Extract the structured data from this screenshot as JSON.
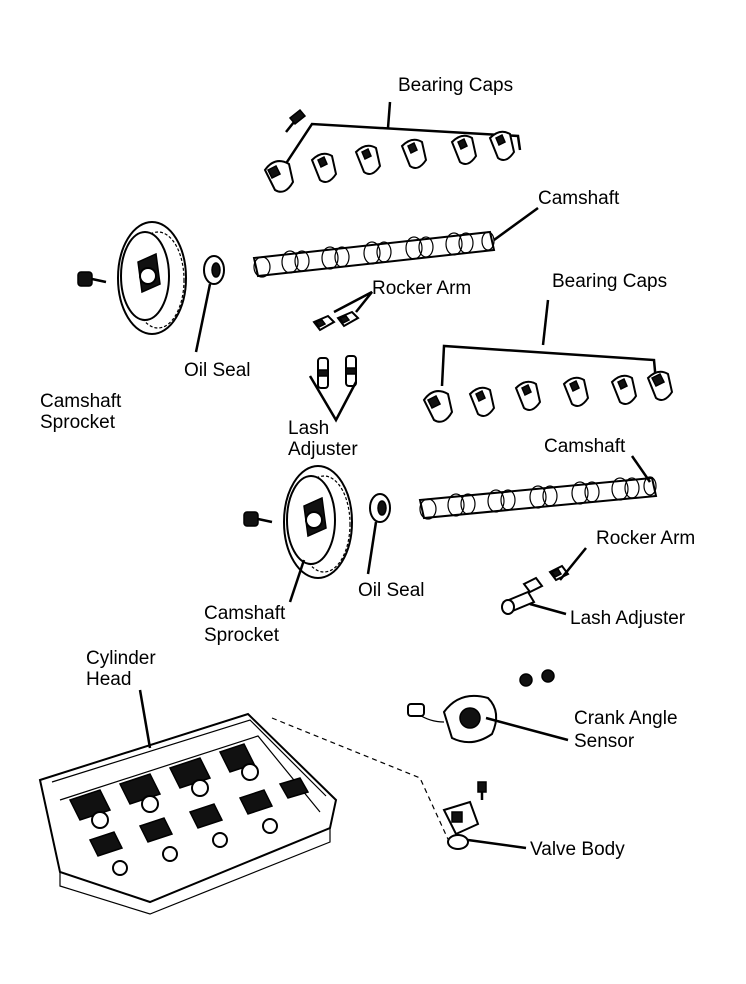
{
  "labels": {
    "bearing_caps_top": "Bearing Caps",
    "camshaft_top": "Camshaft",
    "rocker_arm_top": "Rocker Arm",
    "bearing_caps_mid": "Bearing Caps",
    "oil_seal_top": "Oil Seal",
    "camshaft_sprocket_top_1": "Camshaft",
    "camshaft_sprocket_top_2": "Sprocket",
    "lash_adjuster_top_1": "Lash",
    "lash_adjuster_top_2": "Adjuster",
    "camshaft_mid": "Camshaft",
    "rocker_arm_mid": "Rocker Arm",
    "oil_seal_mid": "Oil Seal",
    "lash_adjuster_mid": "Lash Adjuster",
    "camshaft_sprocket_mid_1": "Camshaft",
    "camshaft_sprocket_mid_2": "Sprocket",
    "cylinder_head_1": "Cylinder",
    "cylinder_head_2": "Head",
    "crank_angle_sensor_1": "Crank Angle",
    "crank_angle_sensor_2": "Sensor",
    "valve_body": "Valve Body"
  }
}
